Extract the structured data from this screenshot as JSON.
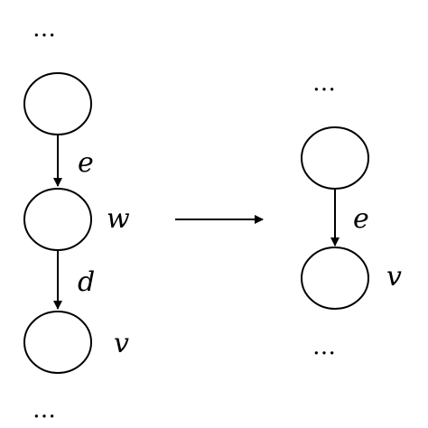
{
  "diagram": {
    "left_graph": {
      "top_ellipsis": "…",
      "edge_top_label": "e",
      "middle_node_label": "w",
      "edge_bottom_label": "d",
      "bottom_node_label": "v",
      "bottom_ellipsis": "…"
    },
    "right_graph": {
      "top_ellipsis": "…",
      "edge_label": "e",
      "bottom_node_label": "v",
      "bottom_ellipsis": "…"
    },
    "colors": {
      "stroke": "#000000",
      "background": "#ffffff"
    }
  }
}
